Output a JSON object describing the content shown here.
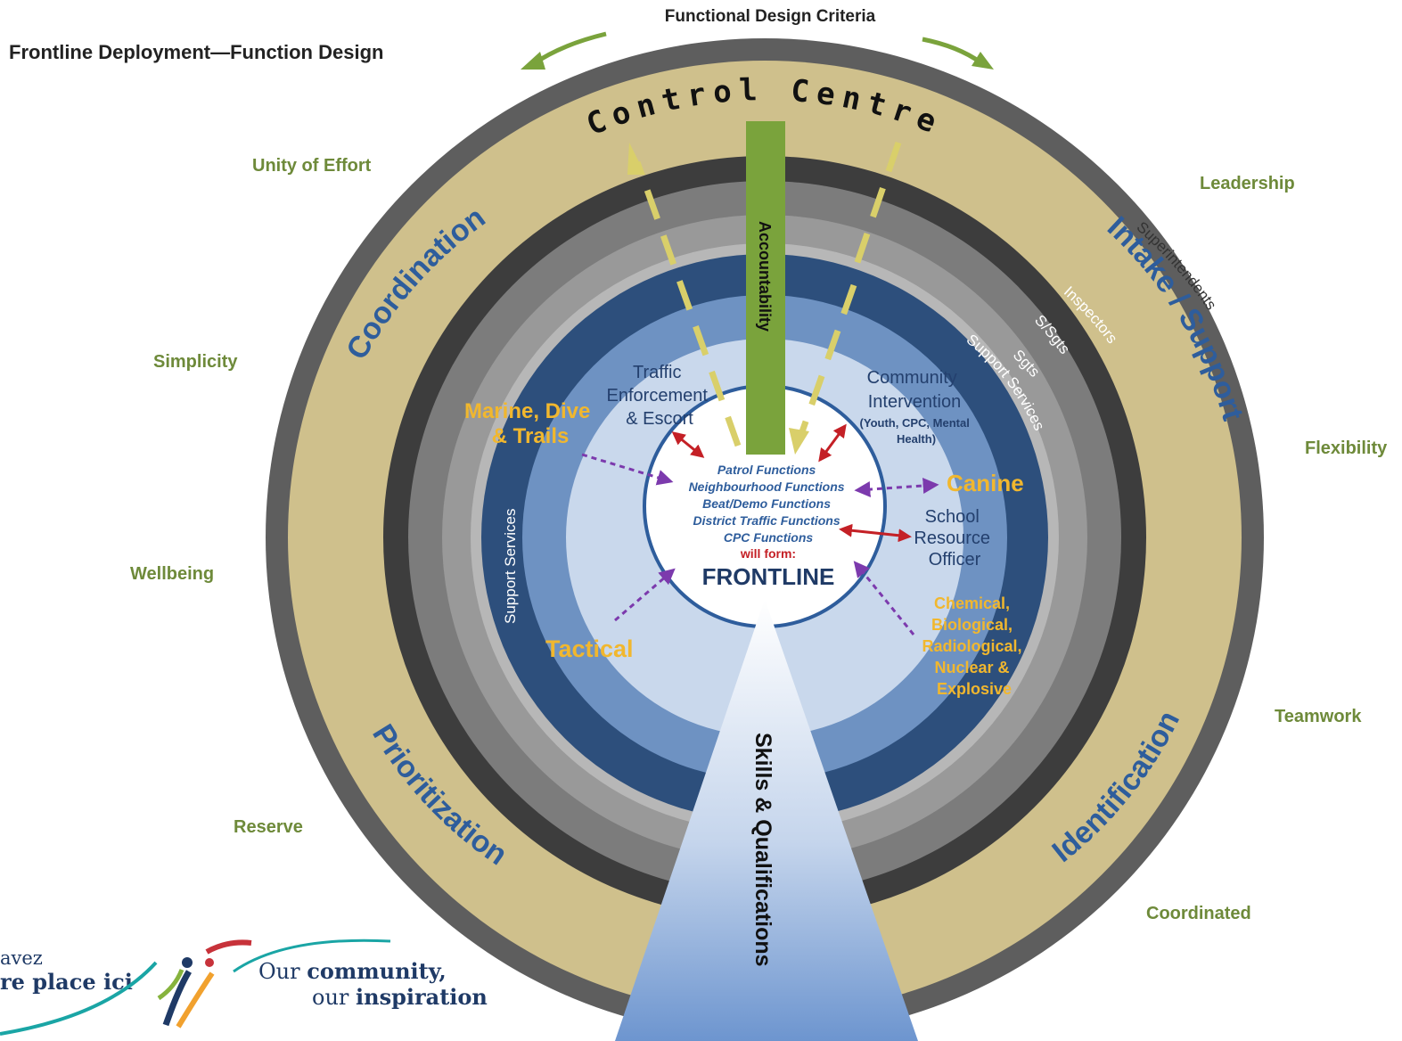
{
  "header": {
    "title": "Frontline Deployment—Function Design",
    "criteria_title": "Functional Design Criteria"
  },
  "criteria": {
    "unity": "Unity of Effort",
    "simplicity": "Simplicity",
    "wellbeing": "Wellbeing",
    "reserve": "Reserve",
    "leadership": "Leadership",
    "flexibility": "Flexibility",
    "teamwork": "Teamwork",
    "coordinated": "Coordinated"
  },
  "rings": {
    "control_centre": "Control Centre",
    "coordination": "Coordination",
    "intake_support": "Intake / Support",
    "prioritization": "Prioritization",
    "identification": "Identification",
    "superintendents": "Superintendents",
    "inspectors": "Inspectors",
    "ssgts": "S/Sgts",
    "sgts": "Sgts",
    "support_services_right": "Support Services",
    "support_services_left": "Support Services"
  },
  "bars": {
    "accountability": "Accountability",
    "skills": "Skills & Qualifications"
  },
  "units": {
    "traffic": [
      "Traffic",
      "Enforcement",
      "& Escort"
    ],
    "community": [
      "Community",
      "Intervention"
    ],
    "community_sub": [
      "(Youth, CPC, Mental",
      "Health)"
    ],
    "marine": [
      "Marine, Dive",
      "& Trails"
    ],
    "canine": "Canine",
    "school": [
      "School",
      "Resource",
      "Officer"
    ],
    "tactical": "Tactical",
    "cbrne": [
      "Chemical,",
      "Biological,",
      "Radiological,",
      "Nuclear &",
      "Explosive"
    ]
  },
  "center": {
    "functions": [
      "Patrol Functions",
      "Neighbourhood Functions",
      "Beat/Demo Functions",
      "District Traffic Functions",
      "CPC Functions"
    ],
    "will_form": "will form:",
    "frontline": "FRONTLINE"
  },
  "logo": {
    "fr_line1": "avez",
    "fr_line2": "re place ici",
    "en_our1": "Our",
    "en_community": "community,",
    "en_our2": "our",
    "en_inspiration": "inspiration"
  },
  "colors": {
    "criteria_green": "#6e8a3a",
    "accountability_green": "#7aa33c",
    "ring_gold": "#cfc08c",
    "ring_dark": "#3d3d3d",
    "ring_navy": "#2d4f7c",
    "unit_gold": "#f1b72e"
  }
}
